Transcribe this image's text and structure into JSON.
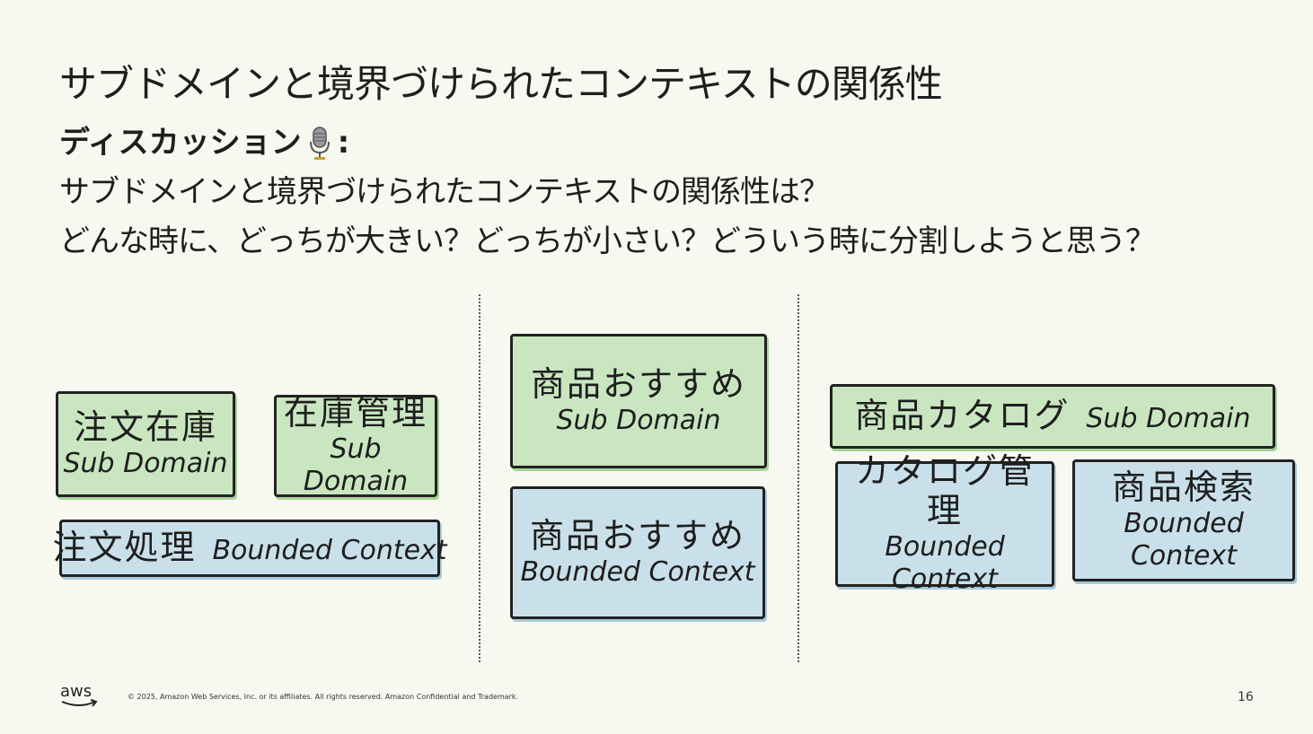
{
  "title": "サブドメインと境界づけられたコンテキストの関係性",
  "discussion": {
    "heading": "ディスカッション",
    "lines": [
      "サブドメインと境界づけられたコンテキストの関係性は？",
      "どんな時に、どっちが大きい？どっちが小さい？どういう時に分割しようと思う？"
    ]
  },
  "columns": {
    "left": {
      "sub1": {
        "jp": "注文在庫",
        "en": "Sub Domain"
      },
      "sub2": {
        "jp": "在庫管理",
        "en": "Sub Domain"
      },
      "bc": {
        "jp": "注文処理",
        "en": "Bounded Context"
      }
    },
    "middle": {
      "sub": {
        "jp": "商品おすすめ",
        "en": "Sub Domain"
      },
      "bc": {
        "jp": "商品おすすめ",
        "en": "Bounded Context"
      }
    },
    "right": {
      "sub": {
        "jp": "商品カタログ",
        "en": "Sub Domain"
      },
      "bc1": {
        "jp": "カタログ管理",
        "en": "Bounded Context"
      },
      "bc2": {
        "jp": "商品検索",
        "en": "Bounded Context"
      }
    }
  },
  "footer": {
    "copyright": "© 2025, Amazon Web Services, Inc. or its affiliates. All rights reserved. Amazon Confidential and Trademark.",
    "page_number": "16",
    "logo_text": "aws"
  },
  "colors": {
    "subdomain_fill": "#c9e6c0",
    "bounded_context_fill": "#c9e0ea",
    "background": "#f7f9f1"
  }
}
